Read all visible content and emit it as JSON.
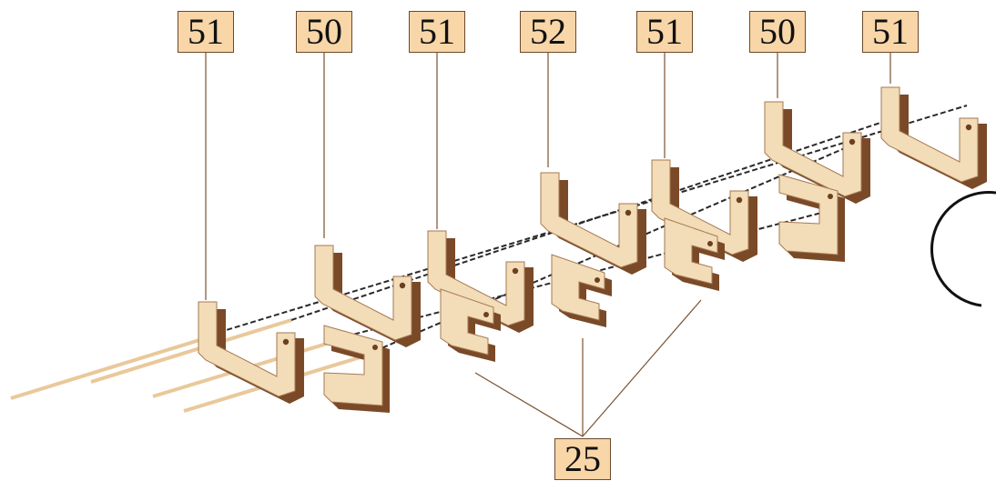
{
  "callouts": {
    "top": [
      "51",
      "50",
      "51",
      "52",
      "51",
      "50",
      "51"
    ],
    "bottom": "25"
  },
  "colors": {
    "wood_face": "#f3dcb8",
    "wood_edge": "#7a4a28",
    "label_fill": "#f8d6a8",
    "leader_line": "#7a5230",
    "rod": "#e9c89a",
    "thread": "#2a2a2a"
  }
}
